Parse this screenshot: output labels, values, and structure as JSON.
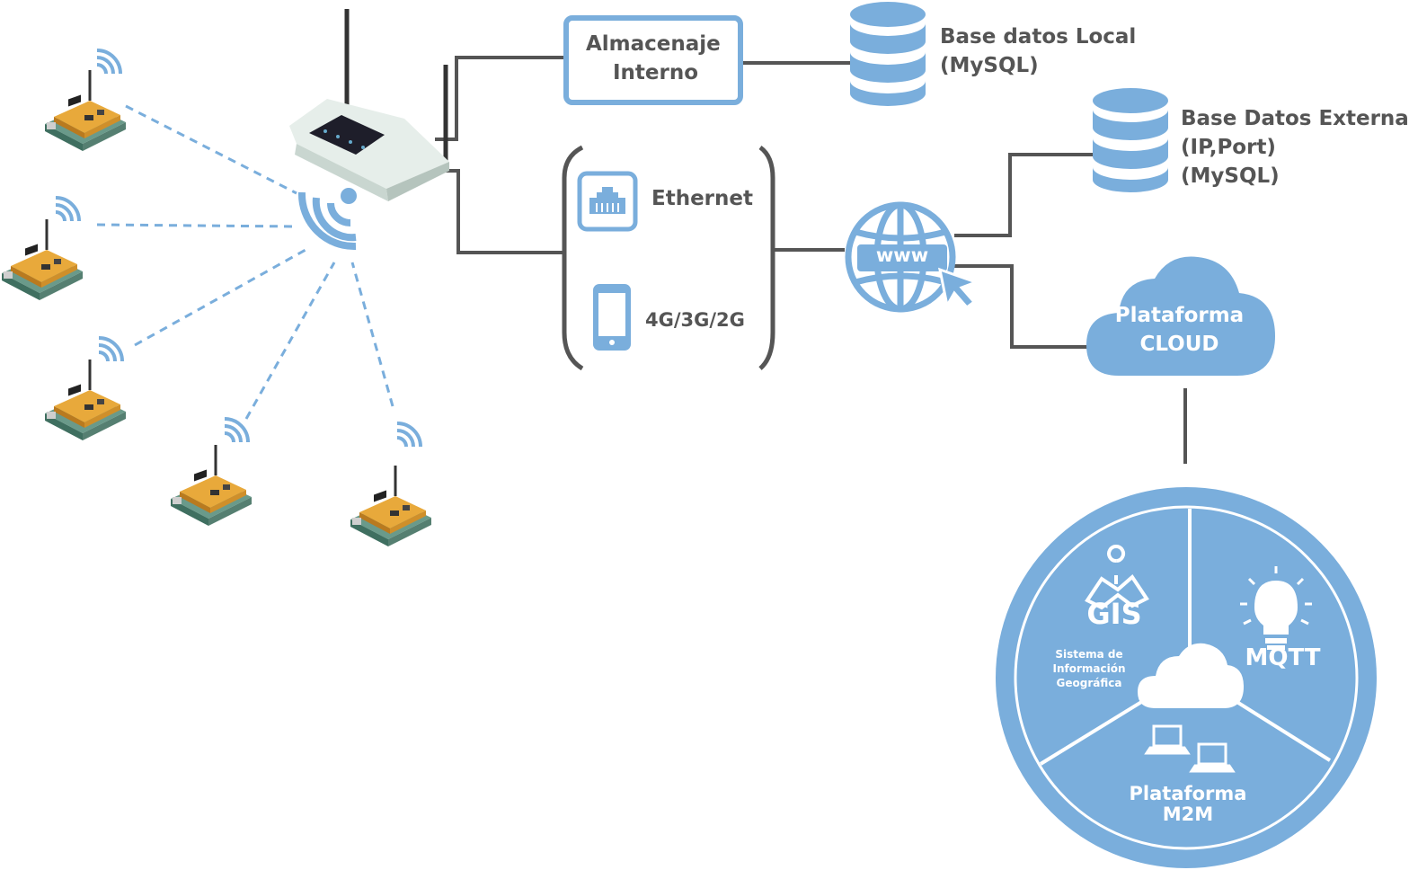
{
  "colors": {
    "accent": "#7aaedc",
    "line": "#555555",
    "board": "#e8a93b",
    "pcb": "#6a9a8a"
  },
  "storage": {
    "line1": "Almacenaje",
    "line2": "Interno"
  },
  "db_local": {
    "line1": "Base datos Local",
    "line2": "(MySQL)"
  },
  "db_external": {
    "line1": "Base Datos Externa",
    "line2": "(IP,Port)",
    "line3": "(MySQL)"
  },
  "connectivity": {
    "ethernet": "Ethernet",
    "cellular": "4G/3G/2G"
  },
  "internet": {
    "label": "www"
  },
  "cloud": {
    "line1": "Plataforma",
    "line2": "CLOUD"
  },
  "m2m": {
    "gis_logo": "GIS",
    "gis_desc1": "Sistema de",
    "gis_desc2": "Información",
    "gis_desc3": "Geográfica",
    "mqtt": "MQTT",
    "platform1": "Plataforma",
    "platform2": "M2M"
  },
  "icons": [
    "wifi-icon",
    "router-icon",
    "database-icon",
    "ethernet-port-icon",
    "mobile-phone-icon",
    "globe-icon",
    "cursor-icon",
    "cloud-icon",
    "map-pin-icon",
    "lightbulb-icon",
    "laptop-icon"
  ]
}
